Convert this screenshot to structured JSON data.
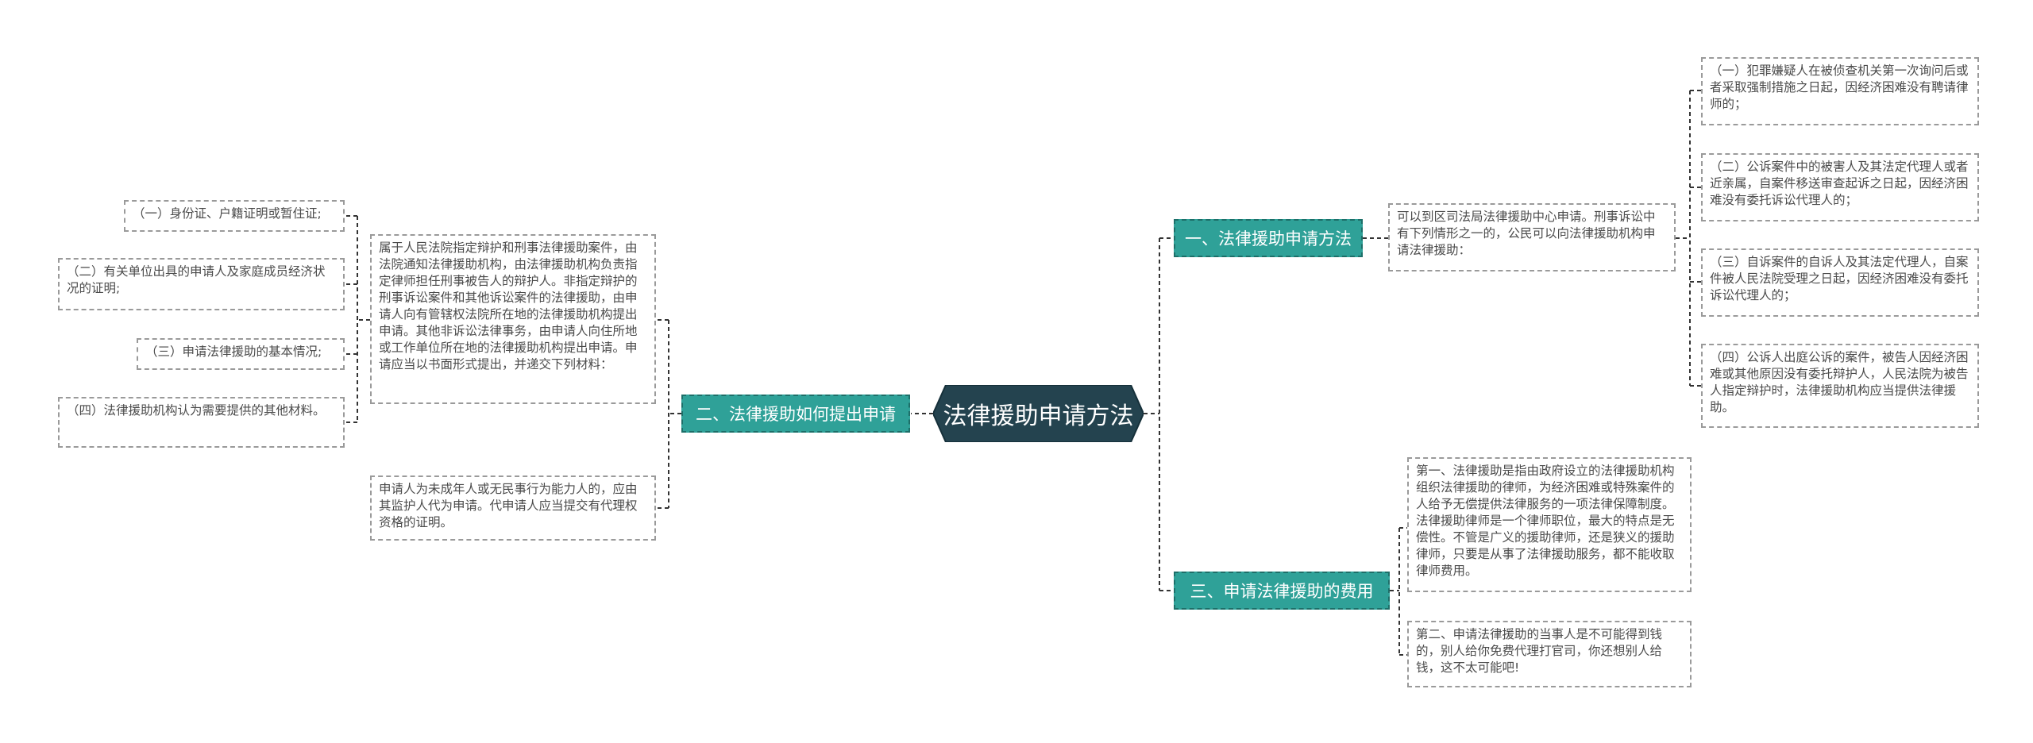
{
  "root": {
    "title": "法律援助申请方法"
  },
  "branches": {
    "b1": "一、法律援助申请方法",
    "b2": "二、法律援助如何提出申请",
    "b3": "三、申请法律援助的费用"
  },
  "b1": {
    "intro": "可以到区司法局法律援助中心申请。刑事诉讼中有下列情形之一的，公民可以向法律援助机构申请法律援助：",
    "items": [
      "（一）犯罪嫌疑人在被侦查机关第一次询问后或者采取强制措施之日起，因经济困难没有聘请律师的；",
      "（二）公诉案件中的被害人及其法定代理人或者近亲属，自案件移送审查起诉之日起，因经济困难没有委托诉讼代理人的；",
      "（三）自诉案件的自诉人及其法定代理人，自案件被人民法院受理之日起，因经济困难没有委托诉讼代理人的；",
      "（四）公诉人出庭公诉的案件，被告人因经济困难或其他原因没有委托辩护人，人民法院为被告人指定辩护时，法律援助机构应当提供法律援助。"
    ]
  },
  "b2": {
    "main": "属于人民法院指定辩护和刑事法律援助案件，由法院通知法律援助机构，由法律援助机构负责指定律师担任刑事被告人的辩护人。非指定辩护的刑事诉讼案件和其他诉讼案件的法律援助，由申请人向有管辖权法院所在地的法律援助机构提出申请。其他非诉讼法律事务，由申请人向住所地或工作单位所在地的法律援助机构提出申请。申请应当以书面形式提出，并递交下列材料：",
    "materials": [
      "（一）身份证、户籍证明或暂住证;",
      "（二）有关单位出具的申请人及家庭成员经济状况的证明;",
      "（三）申请法律援助的基本情况;",
      "（四）法律援助机构认为需要提供的其他材料。"
    ],
    "minor": "申请人为未成年人或无民事行为能力人的，应由其监护人代为申请。代申请人应当提交有代理权资格的证明。"
  },
  "b3": {
    "first": "第一、法律援助是指由政府设立的法律援助机构组织法律援助的律师，为经济困难或特殊案件的人给予无偿提供法律服务的一项法律保障制度。法律援助律师是一个律师职位，最大的特点是无偿性。不管是广义的援助律师，还是狭义的援助律师，只要是从事了法律援助服务，都不能收取律师费用。",
    "second": "第二、申请法律援助的当事人是不可能得到钱的，别人给你免费代理打官司，你还想别人给钱，这不太可能吧!"
  },
  "colors": {
    "root_fill": "#24434f",
    "branch_fill": "#2fa198",
    "line": "#333333",
    "box_border": "#9a9a9a"
  }
}
